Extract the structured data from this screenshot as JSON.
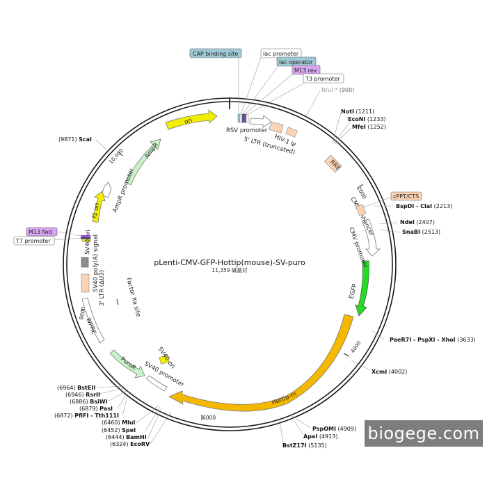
{
  "title": "pLenti-CMV-GFP-Hottip(mouse)-SV-puro",
  "subtitle": "11,359 碱基对",
  "watermark": "biogege.com",
  "position_ticks": [
    "2000",
    "4000",
    "6000",
    "8000",
    "10,000"
  ],
  "top_tags": [
    {
      "label": "CAP binding site",
      "style": "teal"
    },
    {
      "label": "lac promoter",
      "style": "white"
    },
    {
      "label": "lac operator",
      "style": "teal"
    },
    {
      "label": "M13 rev",
      "style": "purple"
    },
    {
      "label": "T3 promoter",
      "style": "white"
    }
  ],
  "left_tags": [
    {
      "label": "M13 fwd",
      "style": "purple"
    },
    {
      "label": "T7 promoter",
      "style": "white"
    }
  ],
  "cppt_tag": {
    "label": "cPPT/CTS",
    "style": "orange"
  },
  "sites_right": [
    {
      "name": "NruI *",
      "pos": "(900)",
      "gray": true
    },
    {
      "name": "NotI",
      "pos": "(1211)"
    },
    {
      "name": "EcoNI",
      "pos": "(1233)"
    },
    {
      "name": "MfeI",
      "pos": "(1252)"
    },
    {
      "name": "BspDI - ClaI",
      "pos": "(2213)"
    },
    {
      "name": "NdeI",
      "pos": "(2407)"
    },
    {
      "name": "SnaBI",
      "pos": "(2513)"
    },
    {
      "name": "PaeR7I - PspXI - XhoI",
      "pos": "(3633)"
    },
    {
      "name": "XcmI",
      "pos": "(4002)"
    },
    {
      "name": "PspOMI",
      "pos": "(4909)"
    },
    {
      "name": "ApaI",
      "pos": "(4913)"
    },
    {
      "name": "BstZ17I",
      "pos": "(5135)"
    }
  ],
  "sites_left": [
    {
      "name": "ScaI",
      "pos": "(9871)"
    },
    {
      "name": "BstEII",
      "pos": "(6964)"
    },
    {
      "name": "RsrII",
      "pos": "(6946)"
    },
    {
      "name": "BsiWI",
      "pos": "(6886)"
    },
    {
      "name": "PasI",
      "pos": "(6879)"
    },
    {
      "name": "PflFI - Tth111I",
      "pos": "(6872)"
    },
    {
      "name": "MluI",
      "pos": "(6460)"
    },
    {
      "name": "SpeI",
      "pos": "(6452)"
    },
    {
      "name": "BamHI",
      "pos": "(6444)"
    },
    {
      "name": "EcoRV",
      "pos": "(6324)"
    }
  ],
  "features": {
    "ori": "ori",
    "ampr": "AmpR",
    "ampr_promoter": "AmpR promoter",
    "f1_ori": "f1 ori",
    "sv40_ori_left": "SV40 ori",
    "sv40_polya": "SV40 poly(A) signal",
    "ltr3": "3' LTR (ΔU3)",
    "factor_xa": "Factor Xa site",
    "wpre": "WPRE",
    "puror": "PuroR",
    "sv40_promoter": "SV40 promoter",
    "sv40_ori_inner": "SV40 ori",
    "hottip": "Hottip-m",
    "egfp": "EGFP",
    "cmv_promoter": "CMV promoter",
    "cmv_enhancer": "CMV enhancer",
    "rre": "RRE",
    "rsv_promoter": "RSV promoter",
    "ltr5": "5' LTR (truncated)",
    "hiv_psi": "HIV-1 Ψ"
  },
  "colors": {
    "backbone": "#1a1a1a",
    "teal": "#9fc9d4",
    "purple": "#d8a6f0",
    "orange": "#f8d3b5",
    "ori_yellow": "#f2ee00",
    "ampr_green": "#c9f2c9",
    "egfp_green": "#22dd22",
    "hottip_orange": "#f5b800",
    "gray_block": "#8c8c8c"
  }
}
